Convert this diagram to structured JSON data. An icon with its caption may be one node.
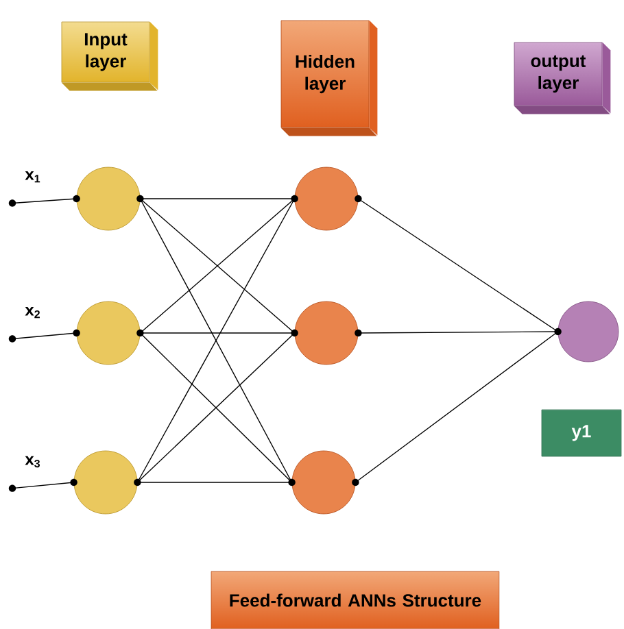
{
  "diagram": {
    "nodes": [
      {
        "text": [
          "Input layer"
        ]
      },
      {
        "text": [
          "Hidden layer"
        ]
      },
      {
        "text": [
          "output layer"
        ]
      },
      {
        "text": [
          "x$_{1}$"
        ]
      },
      {
        "text": [
          "x$_{2}$"
        ]
      },
      {
        "text": [
          "x$_{3}$"
        ]
      },
      {
        "text": [],
        "shape": "circle"
      },
      {
        "text": [],
        "shape": "circle"
      },
      {
        "text": [],
        "shape": "circle"
      },
      {
        "text": [],
        "shape": "circle"
      },
      {
        "text": [],
        "shape": "circle"
      },
      {
        "text": [],
        "shape": "circle"
      },
      {
        "text": [],
        "shape": "circle"
      },
      {
        "text": [
          "y1"
        ]
      },
      {
        "text": [
          "Feed-forward ANNs Structure"
        ]
      }
    ],
    "edges": [
      {
        "from": 3,
        "to": 6,
        "arrow": "none"
      },
      {
        "from": 4,
        "to": 7,
        "arrow": "none"
      },
      {
        "from": 5,
        "to": 8,
        "arrow": "none"
      },
      {
        "from": 6,
        "to": 9,
        "arrow": "none"
      },
      {
        "from": 6,
        "to": 10,
        "arrow": "none"
      },
      {
        "from": 6,
        "to": 11,
        "arrow": "none"
      },
      {
        "from": 7,
        "to": 9,
        "arrow": "none"
      },
      {
        "from": 7,
        "to": 10,
        "arrow": "none"
      },
      {
        "from": 7,
        "to": 11,
        "arrow": "none"
      },
      {
        "from": 8,
        "to": 9,
        "arrow": "none"
      },
      {
        "from": 8,
        "to": 10,
        "arrow": "none"
      },
      {
        "from": 8,
        "to": 11,
        "arrow": "none"
      },
      {
        "from": 9,
        "to": 12,
        "arrow": "none"
      },
      {
        "from": 10,
        "to": 12,
        "arrow": "none"
      },
      {
        "from": 11,
        "to": 12,
        "arrow": "none"
      }
    ]
  }
}
